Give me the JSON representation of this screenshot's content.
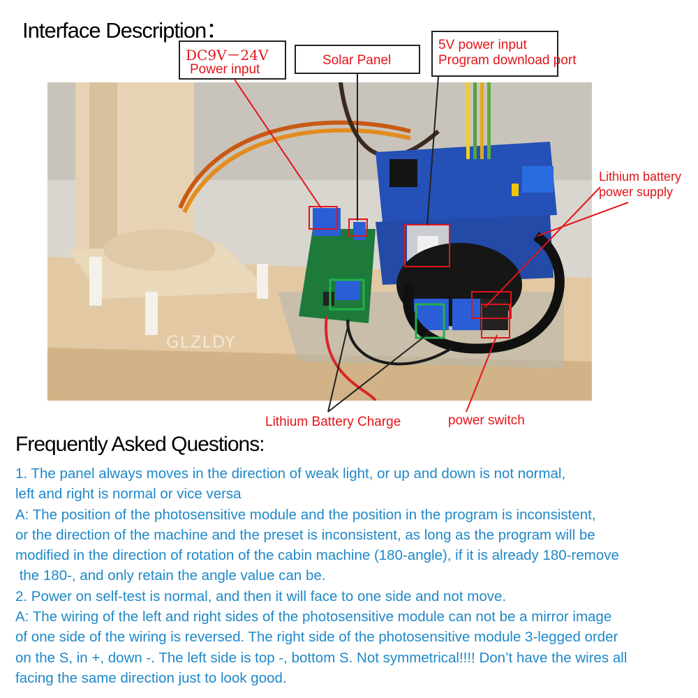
{
  "header": {
    "title": "Interface Description："
  },
  "labels": {
    "dc_input_line1": "DC9V－24V",
    "dc_input_line2": "Power input",
    "solar_panel": "Solar Panel",
    "usb_line1": "5V power input",
    "usb_line2": "Program download port",
    "lithium_supply_line1": "Lithium battery",
    "lithium_supply_line2": "power supply",
    "lithium_charge": "Lithium Battery Charge",
    "power_switch": "power switch"
  },
  "watermark": "GLZLDY",
  "faq": {
    "title": "Frequently Asked Questions:",
    "lines": [
      "1. The panel always moves in the direction of weak light, or up and down is not normal,",
      "left and right is normal or vice versa",
      "A: The position of the photosensitive module and the position in the program is inconsistent,",
      "or the direction of the machine and the preset is inconsistent, as long as the program will be",
      "modified in the direction of rotation of the cabin machine (180-angle), if it is already 180-remove",
      " the 180-, and only retain the angle value can be.",
      "2. Power on self-test is normal, and then it will face to one side and not move.",
      "A: The wiring of the left and right sides of the photosensitive module can not be a mirror image",
      "of one side of the wiring is reversed. The right side of the photosensitive module 3-legged order",
      "on the S, in +, down -. The left side is top -, bottom S. Not symmetrical!!!! Don’t have the wires all",
      "facing the same direction just to look good."
    ]
  },
  "colors": {
    "label_red": "#e2141a",
    "faq_blue": "#1e88c8",
    "highlight_green": "#21b24a"
  }
}
